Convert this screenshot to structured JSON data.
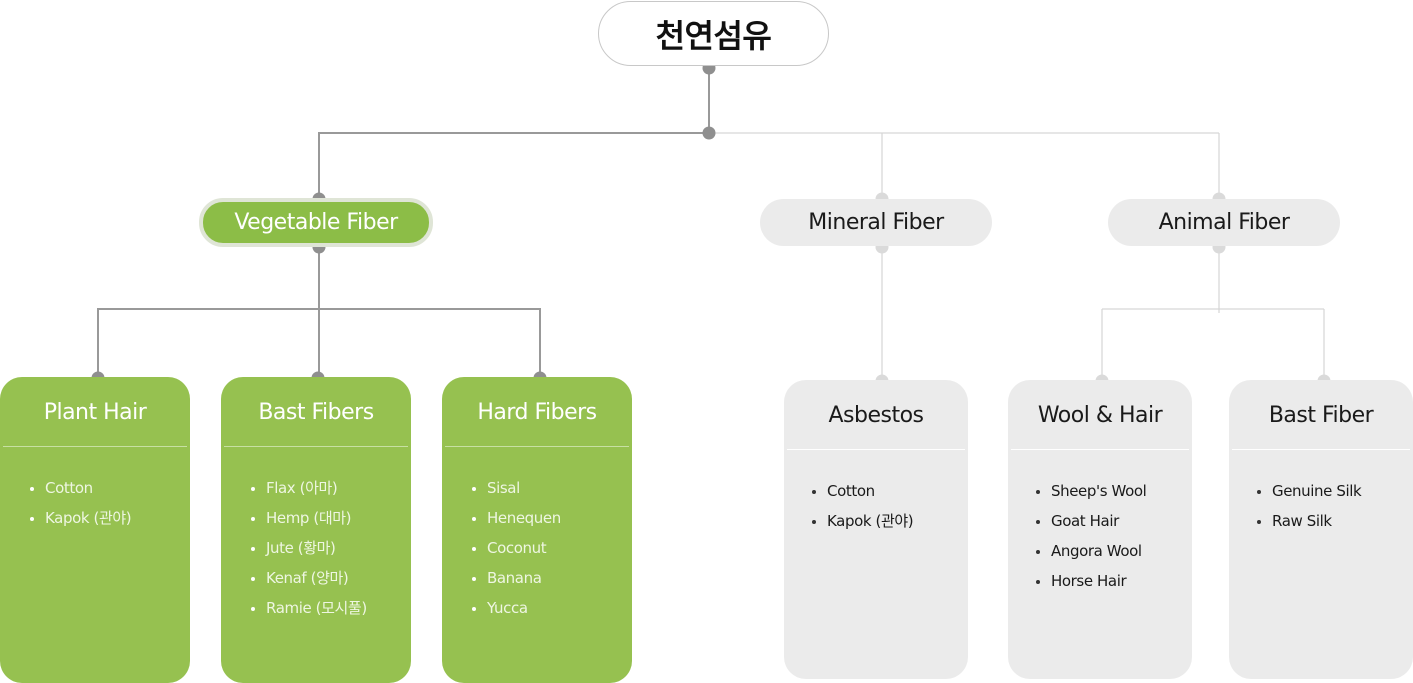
{
  "root": {
    "label": "천연섬유"
  },
  "categories": [
    {
      "label": "Vegetable Fiber",
      "highlighted": true,
      "children": [
        {
          "title": "Plant Hair",
          "items": [
            "Cotton",
            "Kapok (관야)"
          ]
        },
        {
          "title": "Bast Fibers",
          "items": [
            "Flax (아마)",
            "Hemp (대마)",
            "Jute (황마)",
            "Kenaf (양마)",
            "Ramie (모시풀)"
          ]
        },
        {
          "title": "Hard Fibers",
          "items": [
            "Sisal",
            "Henequen",
            "Coconut",
            "Banana",
            "Yucca"
          ]
        }
      ]
    },
    {
      "label": "Mineral Fiber",
      "highlighted": false,
      "children": [
        {
          "title": "Asbestos",
          "items": [
            "Cotton",
            "Kapok (관야)"
          ]
        }
      ]
    },
    {
      "label": "Animal Fiber",
      "highlighted": false,
      "children": [
        {
          "title": "Wool & Hair",
          "items": [
            "Sheep's Wool",
            "Goat Hair",
            "Angora Wool",
            "Horse Hair"
          ]
        },
        {
          "title": "Bast Fiber",
          "items": [
            "Genuine Silk",
            "Raw Silk"
          ]
        }
      ]
    }
  ],
  "colors": {
    "highlight_green": "#96c150",
    "inactive_grey": "#ebebeb",
    "connector_active": "#999999",
    "connector_inactive": "#d6d6d6"
  }
}
